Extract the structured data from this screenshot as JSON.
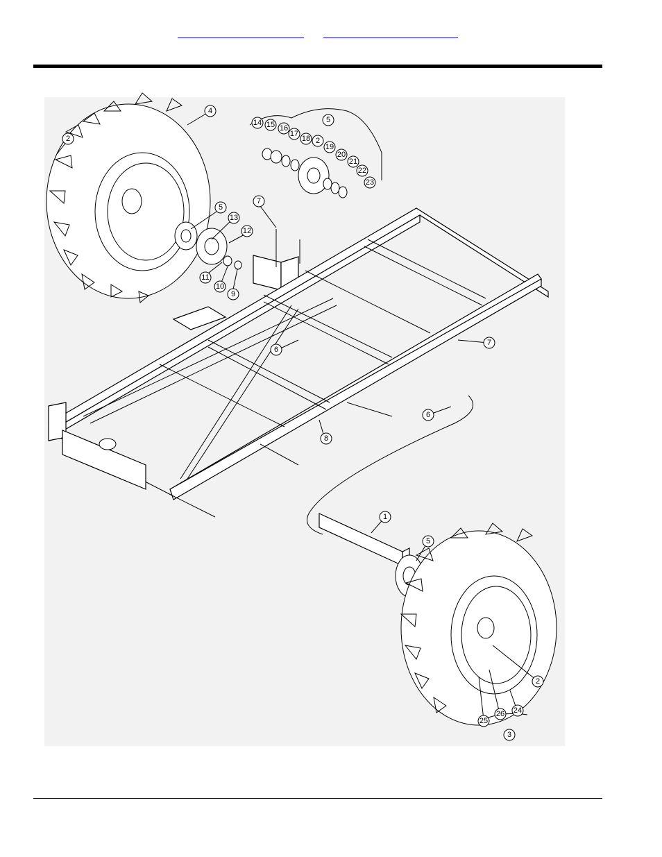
{
  "header": {
    "link_left": "",
    "link_right": ""
  },
  "callouts": [
    "1",
    "2",
    "3",
    "4",
    "5",
    "6",
    "7",
    "8",
    "9",
    "10",
    "11",
    "12",
    "13",
    "14",
    "15",
    "16",
    "17",
    "18",
    "19",
    "20",
    "21",
    "22",
    "23",
    "24",
    "25",
    "26"
  ]
}
